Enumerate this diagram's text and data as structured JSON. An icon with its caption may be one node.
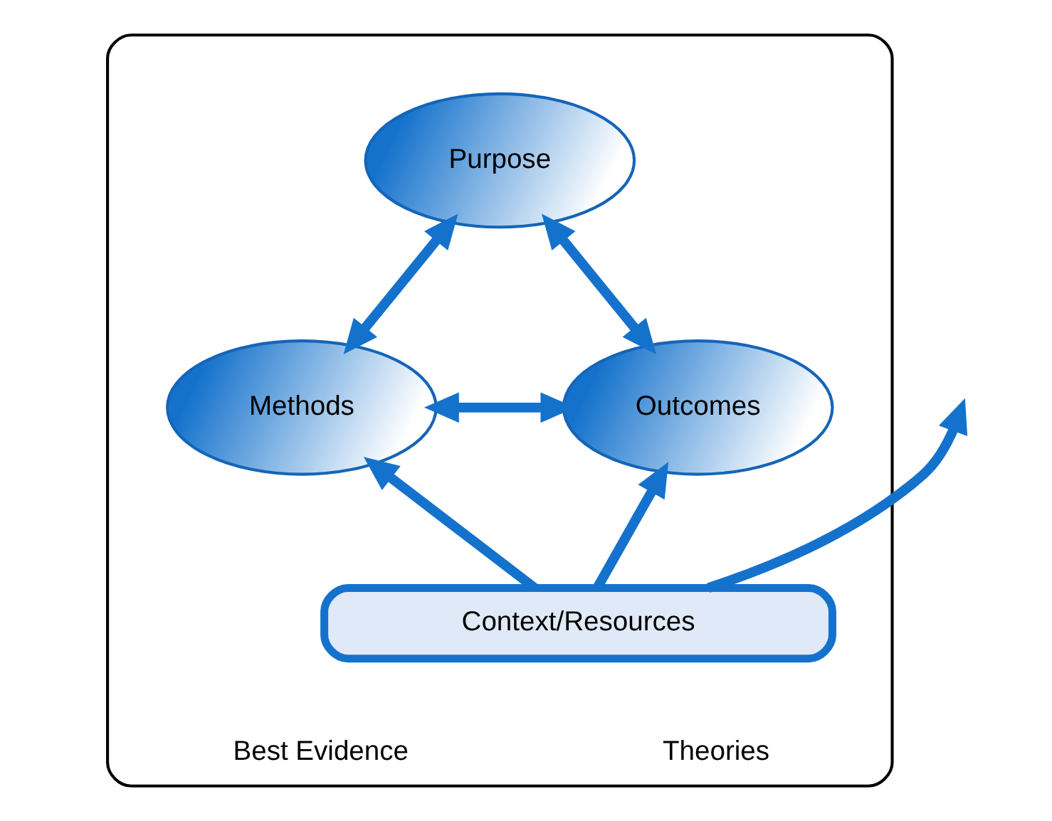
{
  "diagram": {
    "nodes": [
      {
        "text": [
          "Best Evidence",
          "Theories"
        ]
      },
      {
        "text": [
          "Purpose"
        ],
        "in": 0
      },
      {
        "text": [
          "Methods"
        ],
        "in": 0
      },
      {
        "text": [
          "Outcomes"
        ],
        "in": 0
      },
      {
        "text": [
          "Context/Resources"
        ],
        "in": 0
      }
    ],
    "edges": [
      {
        "from": 2,
        "to": 1,
        "arrow": "both"
      },
      {
        "from": 3,
        "to": 1,
        "arrow": "both"
      },
      {
        "from": 2,
        "to": 3,
        "arrow": "both"
      },
      {
        "from": 4,
        "to": 2,
        "arrow": "to"
      },
      {
        "from": 4,
        "to": null,
        "arrow": "to"
      },
      {
        "from": 4,
        "to": 3,
        "arrow": "to"
      }
    ]
  }
}
